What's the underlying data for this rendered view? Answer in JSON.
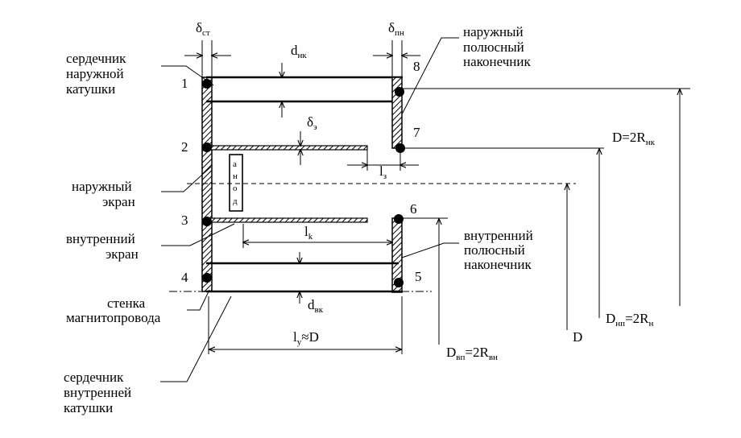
{
  "labels": {
    "outer_core": [
      "сердечник",
      "наружной",
      "катушки"
    ],
    "outer_screen": [
      "наружный",
      "экран"
    ],
    "inner_screen": [
      "внутренний",
      "экран"
    ],
    "wall": [
      "стенка",
      "магнитопровода"
    ],
    "inner_core": [
      "сердечник",
      "внутренней",
      "катушки"
    ],
    "outer_pole_tip": [
      "наружный",
      "полюсный",
      "наконечник"
    ],
    "inner_pole_tip": [
      "внутренний",
      "полюсный",
      "наконечник"
    ]
  },
  "points": [
    "1",
    "2",
    "3",
    "4",
    "5",
    "6",
    "7",
    "8"
  ],
  "anode_letters": [
    "а",
    "н",
    "о",
    "д"
  ],
  "dims": {
    "delta_st": {
      "main": "δ",
      "sub": "ст"
    },
    "delta_pn": {
      "main": "δ",
      "sub": "пн"
    },
    "delta_e": {
      "main": "δ",
      "sub": "э"
    },
    "d_nk": {
      "main": "d",
      "sub": "нк"
    },
    "d_vk": {
      "main": "d",
      "sub": "вк"
    },
    "l_z": {
      "main": "l",
      "sub": "з"
    },
    "l_k": {
      "main": "l",
      "sub": "k"
    },
    "l_y": {
      "main": "l",
      "sub": "y",
      "tail": "≈D"
    },
    "D_outer": {
      "pre": "D=2R",
      "sub": "нк"
    },
    "D_np": {
      "pre": "D",
      "sub1": "нп",
      "mid": "=2R",
      "sub2": "н"
    },
    "D": {
      "text": "D"
    },
    "D_vp": {
      "pre": "D",
      "sub1": "вп",
      "mid": "=2R",
      "sub2": "вн"
    }
  }
}
